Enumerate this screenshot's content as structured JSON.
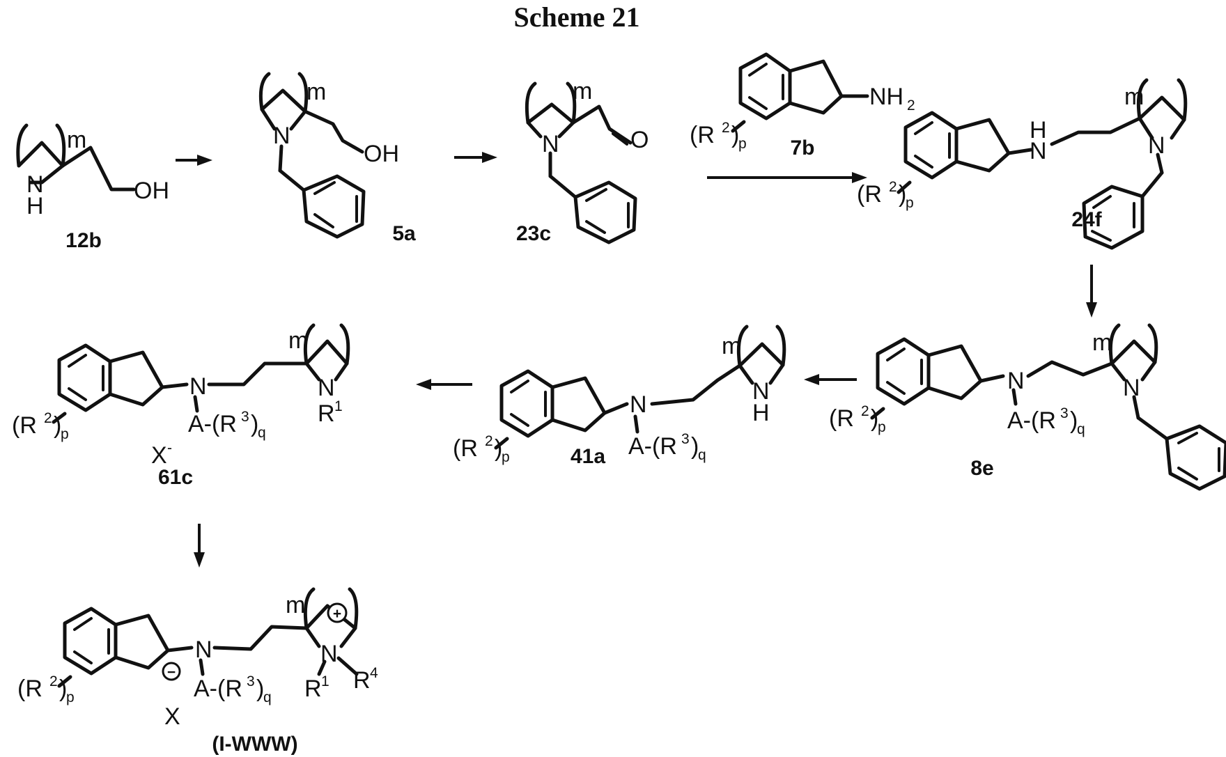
{
  "title": "Scheme 21",
  "compounds": {
    "c12b": {
      "label": "12b",
      "atoms": {
        "nh_n": "N",
        "nh_h": "H",
        "oh": "OH",
        "m": "m"
      }
    },
    "c5a": {
      "label": "5a",
      "atoms": {
        "n": "N",
        "oh": "OH",
        "m": "m"
      }
    },
    "c23c": {
      "label": "23c",
      "atoms": {
        "n": "N",
        "o": "O",
        "m": "m"
      }
    },
    "c7b": {
      "label": "7b",
      "atoms": {
        "nh2": "NH",
        "nh2_sub": "2",
        "r": "(R",
        "r_sup": "2",
        "r_close": ")",
        "r_sub": "p"
      }
    },
    "c24f": {
      "label": "24f",
      "atoms": {
        "nh_h": "H",
        "nh_n": "N",
        "n": "N",
        "m": "m",
        "r": "(R",
        "r_sup": "2",
        "r_close": ")",
        "r_sub": "p"
      }
    },
    "c8e": {
      "label": "8e",
      "atoms": {
        "n_amine": "N",
        "n_ring": "N",
        "m": "m",
        "a": "A-(R",
        "a_sup": "3",
        "a_close": ")",
        "a_sub": "q",
        "r": "(R",
        "r_sup": "2",
        "r_close": ")",
        "r_sub": "p"
      }
    },
    "c41a": {
      "label": "41a",
      "atoms": {
        "n_amine": "N",
        "n_ring": "N",
        "n_h": "H",
        "m": "m",
        "a": "A-(R",
        "a_sup": "3",
        "a_close": ")",
        "a_sub": "q",
        "r": "(R",
        "r_sup": "2",
        "r_close": ")",
        "r_sub": "p"
      }
    },
    "c61c": {
      "label": "61c",
      "atoms": {
        "n_amine": "N",
        "n_ring": "N",
        "m": "m",
        "a": "A-(R",
        "a_sup": "3",
        "a_close": ")",
        "a_sub": "q",
        "r": "(R",
        "r_sup": "2",
        "r_close": ")",
        "r_sub": "p",
        "r1": "R",
        "r1_sup": "1",
        "x": "X",
        "x_sup": "-"
      }
    },
    "cIWWW": {
      "label": "(I-WWW)",
      "atoms": {
        "n_amine": "N",
        "n_ring": "N",
        "m": "m",
        "plus": "+",
        "minus": "−",
        "a": "A-(R",
        "a_sup": "3",
        "a_close": ")",
        "a_sub": "q",
        "r": "(R",
        "r_sup": "2",
        "r_close": ")",
        "r_sub": "p",
        "r1": "R",
        "r1_sup": "1",
        "r4": "R",
        "r4_sup": "4",
        "x": "X"
      }
    }
  }
}
